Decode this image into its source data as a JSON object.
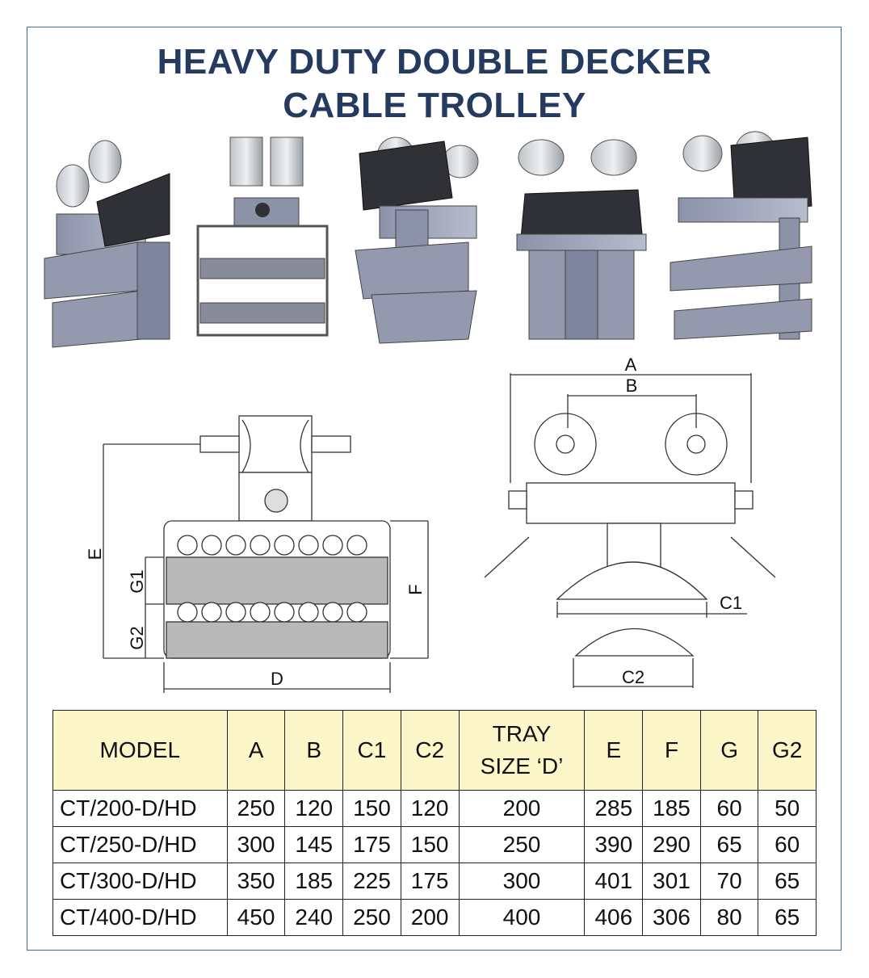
{
  "title": {
    "line1": "HEAVY DUTY DOUBLE DECKER",
    "line2": "CABLE TROLLEY"
  },
  "drawing_labels": {
    "A": "A",
    "B": "B",
    "C1": "C1",
    "C2": "C2",
    "D": "D",
    "E": "E",
    "F": "F",
    "G1": "G1",
    "G2": "G2"
  },
  "table": {
    "headers": {
      "model": "MODEL",
      "a": "A",
      "b": "B",
      "c1": "C1",
      "c2": "C2",
      "tray_line1": "TRAY",
      "tray_line2": "SIZE ‘D’",
      "e": "E",
      "f": "F",
      "g": "G",
      "g2": "G2"
    },
    "rows": [
      {
        "model": "CT/200-D/HD",
        "a": "250",
        "b": "120",
        "c1": "150",
        "c2": "120",
        "tray": "200",
        "e": "285",
        "f": "185",
        "g": "60",
        "g2": "50"
      },
      {
        "model": "CT/250-D/HD",
        "a": "300",
        "b": "145",
        "c1": "175",
        "c2": "150",
        "tray": "250",
        "e": "390",
        "f": "290",
        "g": "65",
        "g2": "60"
      },
      {
        "model": "CT/300-D/HD",
        "a": "350",
        "b": "185",
        "c1": "225",
        "c2": "175",
        "tray": "300",
        "e": "401",
        "f": "301",
        "g": "70",
        "g2": "65"
      },
      {
        "model": "CT/400-D/HD",
        "a": "450",
        "b": "240",
        "c1": "250",
        "c2": "200",
        "tray": "400",
        "e": "406",
        "f": "306",
        "g": "80",
        "g2": "65"
      }
    ]
  },
  "colors": {
    "title": "#243a5e",
    "header_bg": "#fdf6c8",
    "frame": "#4a6a8a"
  }
}
